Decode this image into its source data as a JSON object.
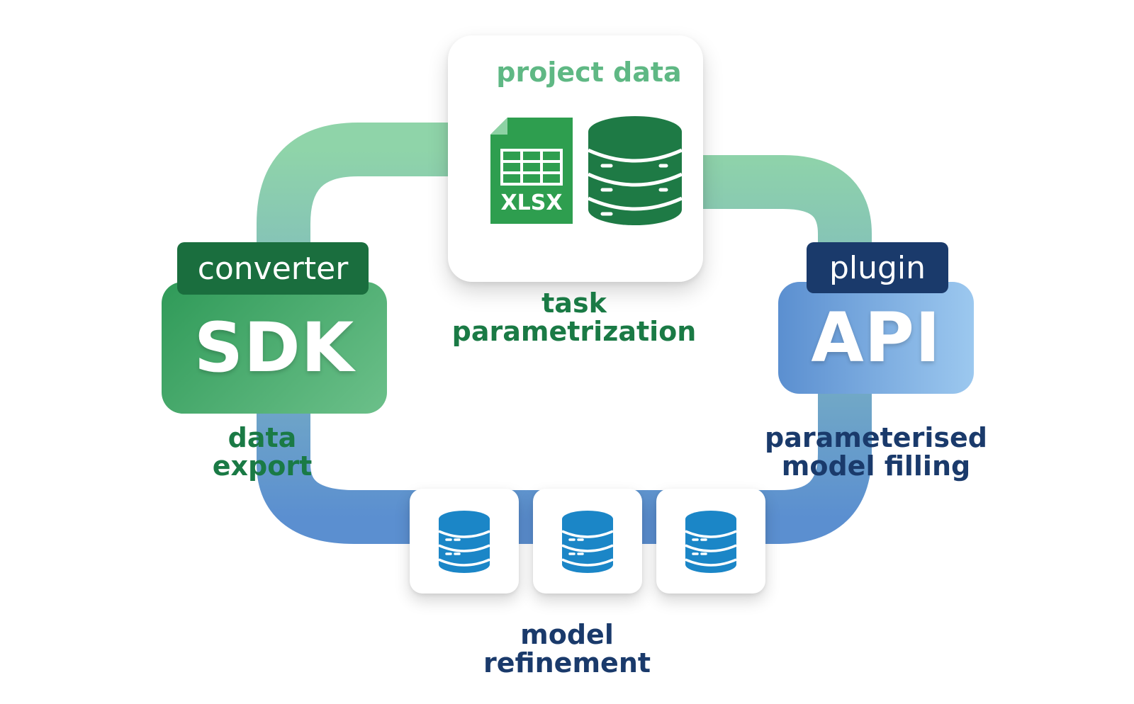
{
  "top_card": {
    "title": "project data",
    "file_icon_label": "XLSX"
  },
  "labels": {
    "task_parametrization": [
      "task",
      "parametrization"
    ],
    "data_export": [
      "data",
      "export"
    ],
    "model_filling": [
      "parameterised",
      "model filling"
    ],
    "model_refinement": [
      "model",
      "refinement"
    ]
  },
  "sdk": {
    "tag": "converter",
    "title": "SDK"
  },
  "api": {
    "tag": "plugin",
    "title": "API"
  },
  "icons": [
    "xlsx-file-icon",
    "database-icon"
  ],
  "colors": {
    "dark_green": "#1a7a45",
    "mid_green": "#42a86a",
    "light_green": "#8fd4a9",
    "navy": "#1a3a6b",
    "blue": "#5b8fd0",
    "light_blue": "#9cc8ef",
    "db_blue": "#1b86c7"
  }
}
